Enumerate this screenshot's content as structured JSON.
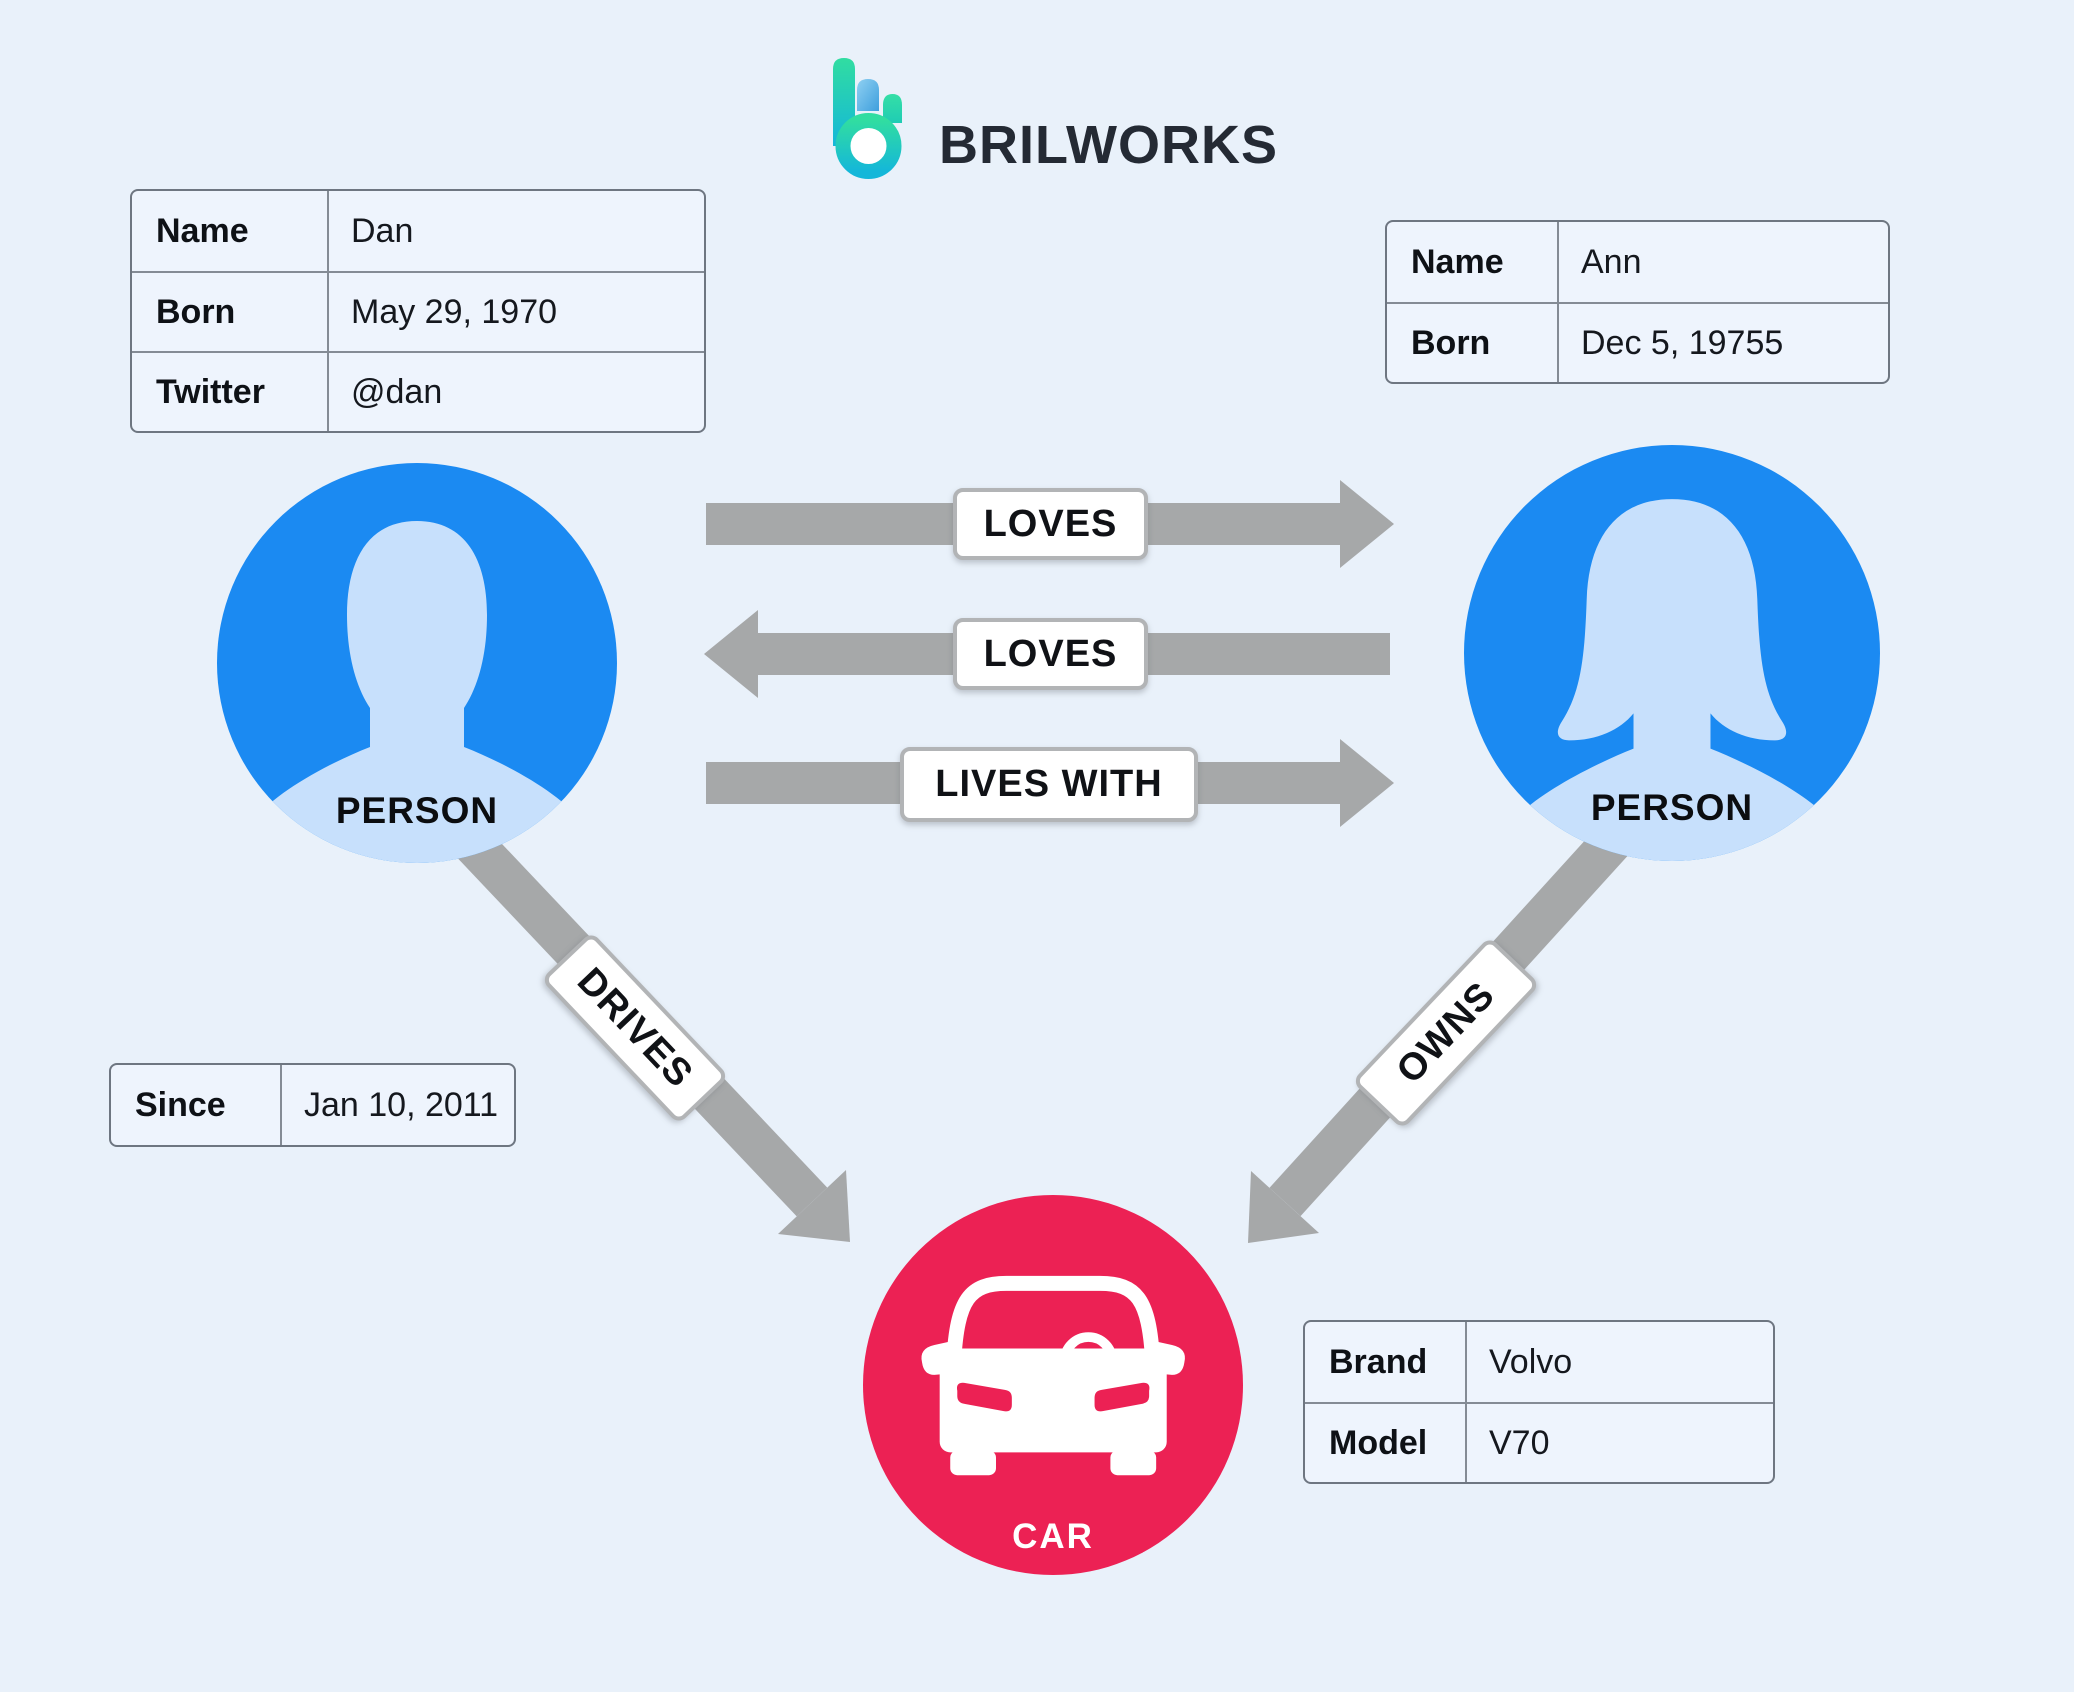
{
  "logo": {
    "text": "BRILWORKS"
  },
  "nodes": {
    "person_left": {
      "label": "PERSON",
      "icon": "male-user-silhouette-icon"
    },
    "person_right": {
      "label": "PERSON",
      "icon": "female-user-silhouette-icon"
    },
    "car": {
      "label": "CAR",
      "icon": "car-front-icon"
    }
  },
  "relationships": {
    "loves_ltr": {
      "label": "LOVES",
      "direction": "left-person-to-right-person"
    },
    "loves_rtl": {
      "label": "LOVES",
      "direction": "right-person-to-left-person"
    },
    "lives_with": {
      "label": "LIVES WITH",
      "direction": "left-person-to-right-person"
    },
    "drives": {
      "label": "DRIVES",
      "direction": "left-person-to-car"
    },
    "owns": {
      "label": "OWNS",
      "direction": "right-person-to-car"
    }
  },
  "tables": {
    "dan": {
      "rows": [
        {
          "label": "Name",
          "value": "Dan"
        },
        {
          "label": "Born",
          "value": "May 29, 1970"
        },
        {
          "label": "Twitter",
          "value": "@dan"
        }
      ]
    },
    "ann": {
      "rows": [
        {
          "label": "Name",
          "value": "Ann"
        },
        {
          "label": "Born",
          "value": "Dec 5, 19755"
        }
      ]
    },
    "since": {
      "rows": [
        {
          "label": "Since",
          "value": "Jan 10, 2011"
        }
      ]
    },
    "car": {
      "rows": [
        {
          "label": "Brand",
          "value": "Volvo"
        },
        {
          "label": "Model",
          "value": "V70"
        }
      ]
    }
  },
  "colors": {
    "background": "#e9f1fa",
    "person_node": "#1b8af2",
    "person_silhouette": "#c7e0fc",
    "car_node": "#ec2154",
    "arrow": "#a6a8a9",
    "label_box_border": "#b2b4b6",
    "logo_green": "#2fdca2",
    "logo_teal": "#16b8d8",
    "logo_blue": "#56abe2",
    "logo_text": "#242a34"
  }
}
